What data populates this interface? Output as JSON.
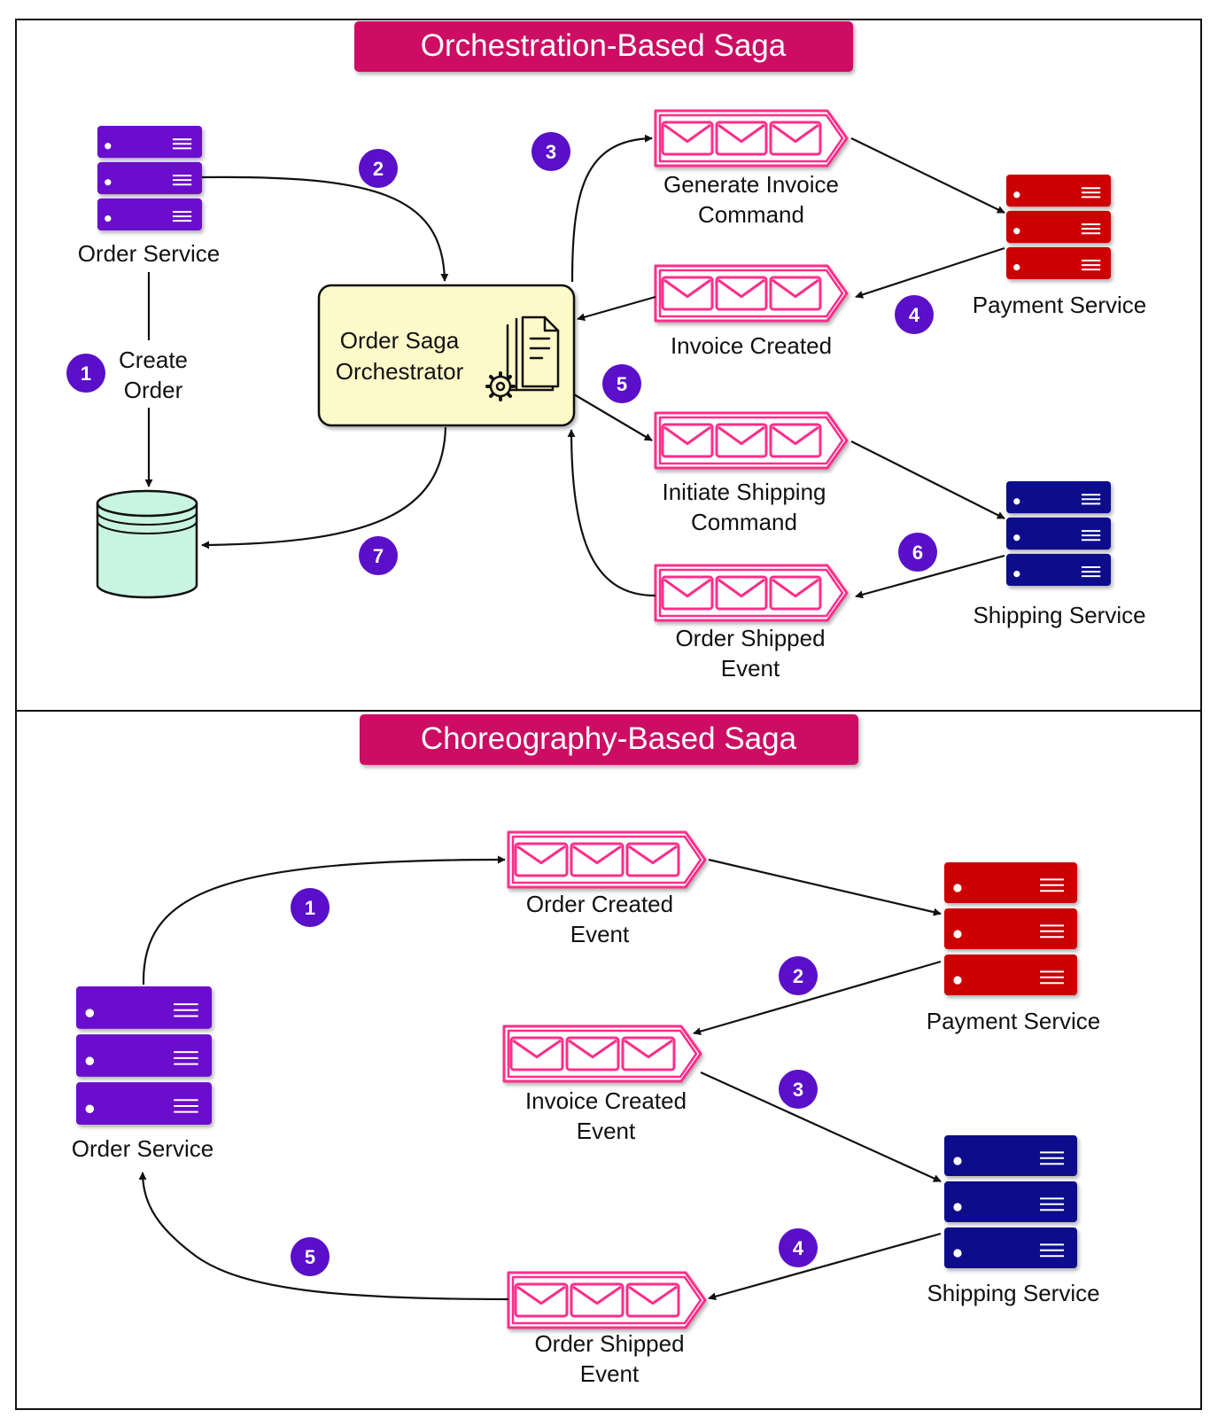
{
  "orchestration": {
    "title": "Orchestration-Based Saga",
    "order_service": "Order Service",
    "create_order": [
      "Create",
      "Order"
    ],
    "orchestrator": [
      "Order Saga",
      "Orchestrator"
    ],
    "generate_invoice": [
      "Generate Invoice",
      "Command"
    ],
    "invoice_created": "Invoice Created",
    "initiate_shipping": [
      "Initiate Shipping",
      "Command"
    ],
    "order_shipped": [
      "Order Shipped",
      "Event"
    ],
    "payment_service": "Payment Service",
    "shipping_service": "Shipping Service",
    "steps": [
      "1",
      "2",
      "3",
      "4",
      "5",
      "6",
      "7"
    ]
  },
  "choreography": {
    "title": "Choreography-Based Saga",
    "order_service": "Order Service",
    "order_created": [
      "Order Created",
      "Event"
    ],
    "invoice_created": [
      "Invoice Created",
      "Event"
    ],
    "order_shipped": [
      "Order Shipped",
      "Event"
    ],
    "payment_service": "Payment Service",
    "shipping_service": "Shipping Service",
    "steps": [
      "1",
      "2",
      "3",
      "4",
      "5"
    ]
  },
  "colors": {
    "banner": "#cc0a63",
    "badge": "#5a0fc8",
    "order_service": "#6a0dcc",
    "payment_service": "#cc0000",
    "shipping_service": "#0a0a8c",
    "queue": "#ff2d8a",
    "database": "#c8f5e2",
    "orchestrator": "#fdf9c8"
  },
  "icons": {
    "server": "server-icon",
    "queue": "message-queue-icon",
    "envelope": "envelope-icon",
    "database": "database-icon",
    "document_gear": "document-gear-icon"
  }
}
